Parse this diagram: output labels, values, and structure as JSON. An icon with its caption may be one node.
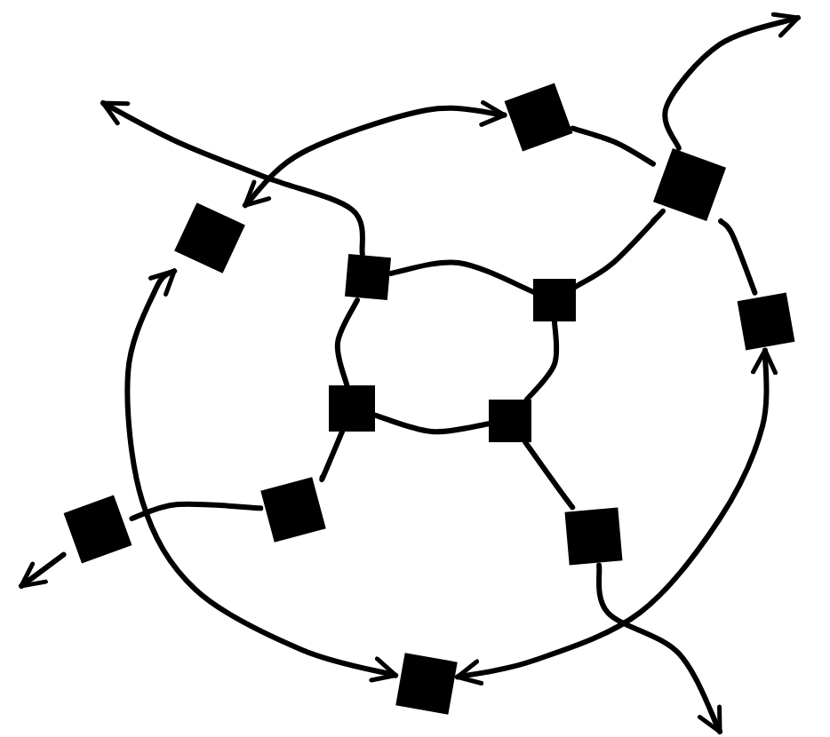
{
  "diagram": {
    "nodes": [
      {
        "text": [],
        "shape": "box"
      },
      {
        "text": [],
        "shape": "box"
      },
      {
        "text": [],
        "shape": "box"
      },
      {
        "text": [],
        "shape": "box"
      },
      {
        "text": [],
        "shape": "box"
      },
      {
        "text": [],
        "shape": "box"
      },
      {
        "text": [],
        "shape": "box"
      },
      {
        "text": [],
        "shape": "box"
      },
      {
        "text": [],
        "shape": "box"
      },
      {
        "text": [],
        "shape": "box"
      },
      {
        "text": [],
        "shape": "box"
      },
      {
        "text": [],
        "shape": "box"
      }
    ],
    "edges": [
      {
        "from": 3,
        "to": null,
        "arrow": "to"
      },
      {
        "from": 4,
        "to": 1,
        "arrow": "none"
      },
      {
        "from": 1,
        "to": null,
        "arrow": "to"
      },
      {
        "from": 6,
        "to": 8,
        "arrow": "none"
      },
      {
        "from": 8,
        "to": 9,
        "arrow": "none"
      },
      {
        "from": 9,
        "to": null,
        "arrow": "to"
      },
      {
        "from": 7,
        "to": 10,
        "arrow": "none"
      },
      {
        "from": 10,
        "to": null,
        "arrow": "to"
      },
      {
        "from": 2,
        "to": 0,
        "arrow": "both"
      },
      {
        "from": 0,
        "to": 1,
        "arrow": "none"
      },
      {
        "from": 1,
        "to": 5,
        "arrow": "none"
      },
      {
        "from": 5,
        "to": 11,
        "arrow": "both"
      },
      {
        "from": 11,
        "to": 2,
        "arrow": "both"
      },
      {
        "from": 3,
        "to": 4,
        "arrow": "none"
      },
      {
        "from": 4,
        "to": 7,
        "arrow": "none"
      },
      {
        "from": 7,
        "to": 6,
        "arrow": "none"
      },
      {
        "from": 6,
        "to": 3,
        "arrow": "none"
      }
    ]
  }
}
